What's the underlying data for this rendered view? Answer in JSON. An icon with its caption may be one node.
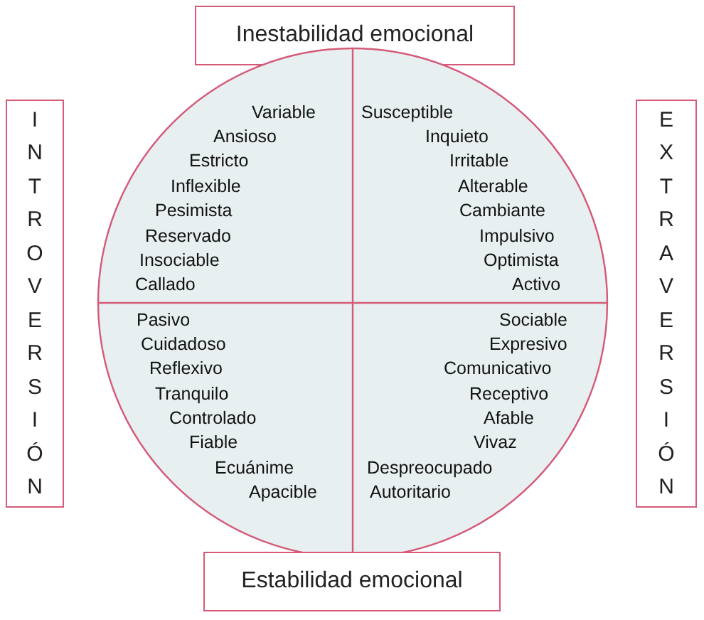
{
  "diagram": {
    "nodes": [
      {
        "text": [
          "Inestabilidad emocional"
        ]
      },
      {
        "text": [
          "INTROVERSIÓN"
        ]
      },
      {
        "text": [
          "Variable",
          "Ansioso",
          "Estricto",
          "Inflexible",
          "Pesimista",
          "Reservado",
          "Insociable",
          "Callado",
          "Susceptible",
          "Inquieto",
          "Irritable",
          "Alterable",
          "Cambiante",
          "Impulsivo",
          "Optimista",
          "Activo",
          "Pasivo",
          "Cuidadoso",
          "Reflexivo",
          "Tranquilo",
          "Controlado",
          "Fiable",
          "Ecuánime",
          "Apacible",
          "Sociable",
          "Expresivo",
          "Comunicativo",
          "Receptivo",
          "Afable",
          "Vivaz",
          "Despreocupado",
          "Autoritario"
        ]
      },
      {
        "text": [
          "EXTRAVERSIÓN"
        ]
      },
      {
        "text": [
          "Estabilidad emocional"
        ]
      }
    ]
  }
}
